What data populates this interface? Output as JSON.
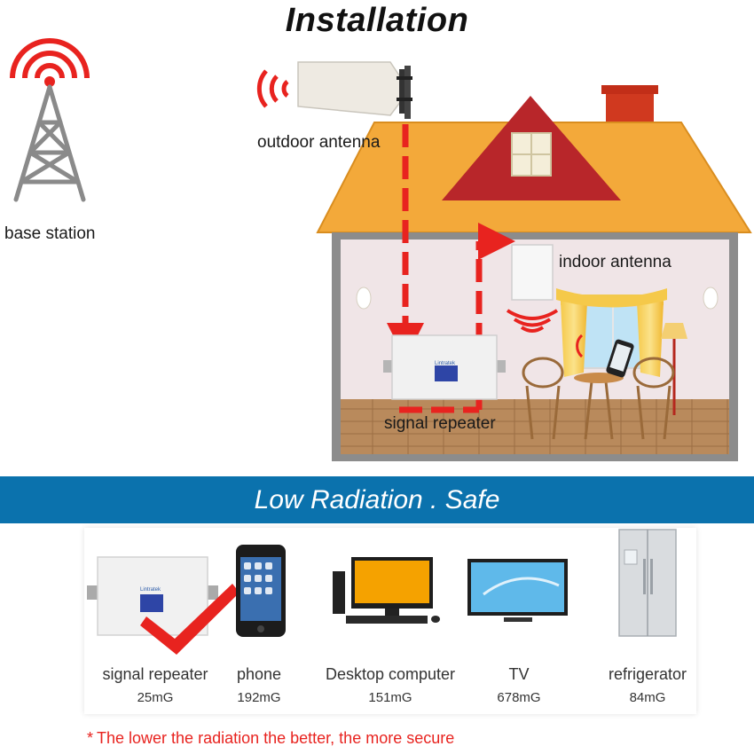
{
  "title": "Installation",
  "labels": {
    "base_station": "base station",
    "outdoor_antenna": "outdoor antenna",
    "indoor_antenna": "indoor antenna",
    "signal_repeater": "signal repeater"
  },
  "repeater_brand": "Lintratek",
  "banner": "Low Radiation . Safe",
  "devices": [
    {
      "name": "signal repeater",
      "value": "25mG"
    },
    {
      "name": "phone",
      "value": "192mG"
    },
    {
      "name": "Desktop computer",
      "value": "151mG"
    },
    {
      "name": "TV",
      "value": "678mG"
    },
    {
      "name": "refrigerator",
      "value": "84mG"
    }
  ],
  "note": "The lower the radiation the better, the more secure",
  "colors": {
    "roof": "#f3a93a",
    "accent_red": "#e8231f",
    "banner": "#0b72ad",
    "wall": "#f0e5e7"
  }
}
